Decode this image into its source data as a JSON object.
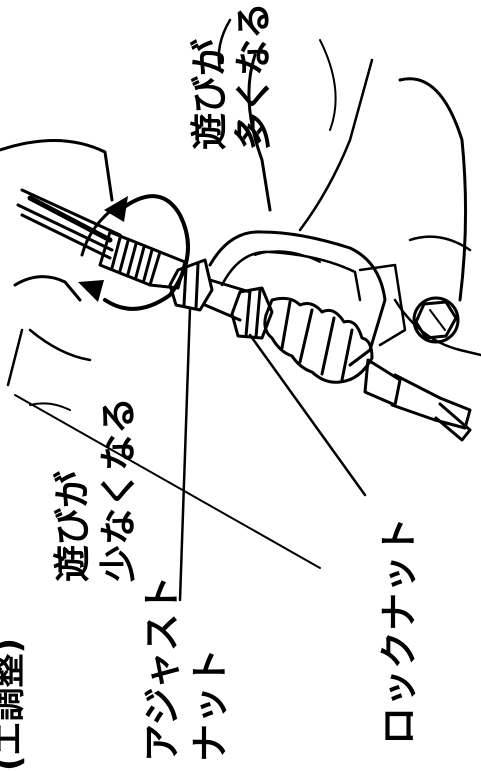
{
  "labels": {
    "play_increase": [
      "遊びが",
      "多くなる"
    ],
    "play_decrease": [
      "遊びが",
      "少なくなる"
    ],
    "adjust_nut": [
      "アジャスト",
      "ナット"
    ],
    "lock_nut": "ロックナット",
    "partial_top_left": "(エ調整)"
  },
  "colors": {
    "ink": "#000000",
    "paper": "#ffffff"
  }
}
